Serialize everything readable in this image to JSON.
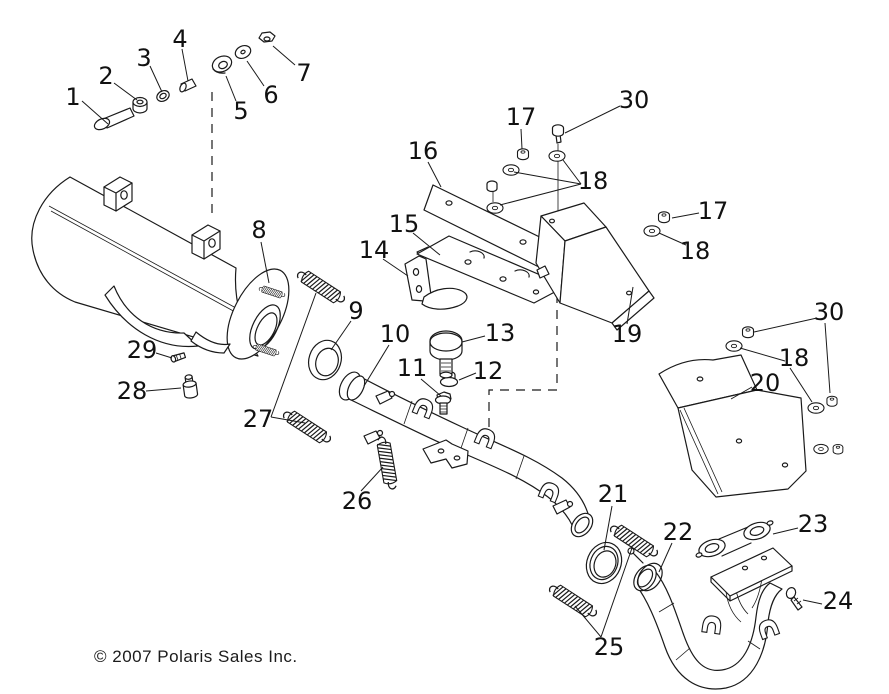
{
  "figure": {
    "copyright": "© 2007 Polaris Sales Inc.",
    "background_color": "#ffffff",
    "line_color": "#1a1a1a",
    "callouts": [
      {
        "label": "1"
      },
      {
        "label": "2"
      },
      {
        "label": "3"
      },
      {
        "label": "4"
      },
      {
        "label": "5"
      },
      {
        "label": "6"
      },
      {
        "label": "7"
      },
      {
        "label": "8"
      },
      {
        "label": "9"
      },
      {
        "label": "10"
      },
      {
        "label": "11"
      },
      {
        "label": "12"
      },
      {
        "label": "13"
      },
      {
        "label": "14"
      },
      {
        "label": "15"
      },
      {
        "label": "16"
      },
      {
        "label": "17"
      },
      {
        "label": "30"
      },
      {
        "label": "18"
      },
      {
        "label": "17"
      },
      {
        "label": "18"
      },
      {
        "label": "19"
      },
      {
        "label": "30"
      },
      {
        "label": "18"
      },
      {
        "label": "20"
      },
      {
        "label": "21"
      },
      {
        "label": "22"
      },
      {
        "label": "23"
      },
      {
        "label": "24"
      },
      {
        "label": "25"
      },
      {
        "label": "26"
      },
      {
        "label": "27"
      },
      {
        "label": "28"
      },
      {
        "label": "29"
      }
    ]
  }
}
